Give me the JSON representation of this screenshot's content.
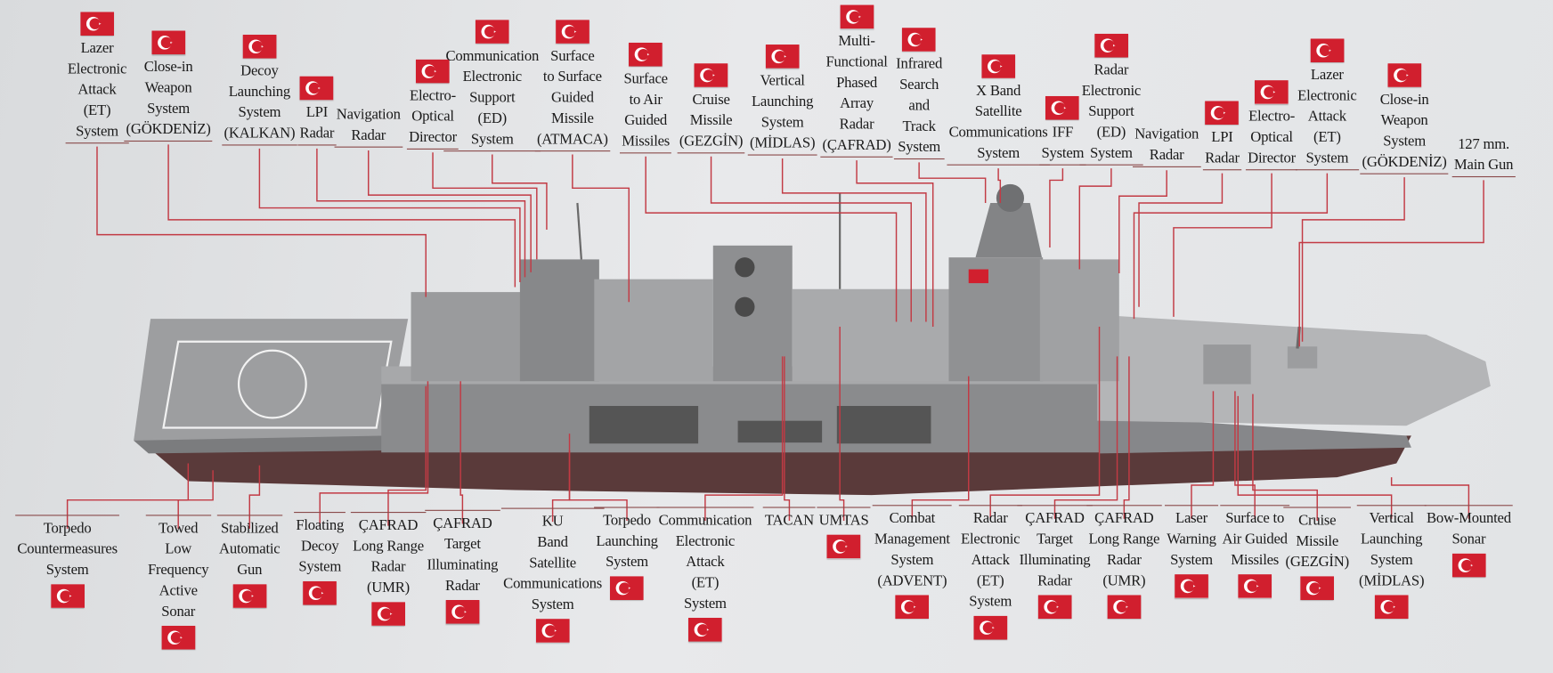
{
  "colors": {
    "flag_red": "#d11f2e",
    "leader_line": "#c23a44",
    "hull_gray": "#8d8e90",
    "background": "#e2e4e6"
  },
  "top_labels": [
    {
      "lines": [
        "Lazer",
        "Electronic",
        "Attack",
        "(ET)",
        "System"
      ],
      "flag": true
    },
    {
      "lines": [
        "Close-in",
        "Weapon",
        "System",
        "(GÖKDENİZ)"
      ],
      "flag": true
    },
    {
      "lines": [
        "Decoy",
        "Launching",
        "System",
        "(KALKAN)"
      ],
      "flag": true
    },
    {
      "lines": [
        "LPI",
        "Radar"
      ],
      "flag": true
    },
    {
      "lines": [
        "Navigation",
        "Radar"
      ],
      "flag": false
    },
    {
      "lines": [
        "Electro-",
        "Optical",
        "Director"
      ],
      "flag": true
    },
    {
      "lines": [
        "Communication",
        "Electronic",
        "Support",
        "(ED)",
        "System"
      ],
      "flag": true
    },
    {
      "lines": [
        "Surface",
        "to Surface",
        "Guided",
        "Missile",
        "(ATMACA)"
      ],
      "flag": true
    },
    {
      "lines": [
        "Surface",
        "to Air",
        "Guided",
        "Missiles"
      ],
      "flag": true
    },
    {
      "lines": [
        "Cruise",
        "Missile",
        "(GEZGİN)"
      ],
      "flag": true
    },
    {
      "lines": [
        "Vertical",
        "Launching",
        "System",
        "(MİDLAS)"
      ],
      "flag": true
    },
    {
      "lines": [
        "Multi-",
        "Functional",
        "Phased",
        "Array",
        "Radar",
        "(ÇAFRAD)"
      ],
      "flag": true
    },
    {
      "lines": [
        "Infrared",
        "Search",
        "and",
        "Track",
        "System"
      ],
      "flag": true
    },
    {
      "lines": [
        "X Band",
        "Satellite",
        "Communications",
        "System"
      ],
      "flag": true
    },
    {
      "lines": [
        "IFF",
        "System"
      ],
      "flag": true
    },
    {
      "lines": [
        "Radar",
        "Electronic",
        "Support",
        "(ED)",
        "System"
      ],
      "flag": true
    },
    {
      "lines": [
        "Navigation",
        "Radar"
      ],
      "flag": false
    },
    {
      "lines": [
        "LPI",
        "Radar"
      ],
      "flag": true
    },
    {
      "lines": [
        "Electro-",
        "Optical",
        "Director"
      ],
      "flag": true
    },
    {
      "lines": [
        "Lazer",
        "Electronic",
        "Attack",
        "(ET)",
        "System"
      ],
      "flag": true
    },
    {
      "lines": [
        "Close-in",
        "Weapon",
        "System",
        "(GÖKDENİZ)"
      ],
      "flag": true
    },
    {
      "lines": [
        "127 mm.",
        "Main Gun"
      ],
      "flag": false
    }
  ],
  "bottom_labels": [
    {
      "lines": [
        "Torpedo",
        "Countermeasures",
        "System"
      ],
      "flag": true
    },
    {
      "lines": [
        "Towed",
        "Low",
        "Frequency",
        "Active",
        "Sonar"
      ],
      "flag": true
    },
    {
      "lines": [
        "Stabilized",
        "Automatic",
        "Gun"
      ],
      "flag": true
    },
    {
      "lines": [
        "Floating",
        "Decoy",
        "System"
      ],
      "flag": true
    },
    {
      "lines": [
        "ÇAFRAD",
        "Long Range",
        "Radar",
        "(UMR)"
      ],
      "flag": true
    },
    {
      "lines": [
        "ÇAFRAD",
        "Target",
        "Illuminating",
        "Radar"
      ],
      "flag": true
    },
    {
      "lines": [
        "KU",
        "Band",
        "Satellite",
        "Communications",
        "System"
      ],
      "flag": true
    },
    {
      "lines": [
        "Torpedo",
        "Launching",
        "System"
      ],
      "flag": true
    },
    {
      "lines": [
        "Communication",
        "Electronic",
        "Attack",
        "(ET)",
        "System"
      ],
      "flag": true
    },
    {
      "lines": [
        "TACAN"
      ],
      "flag": false
    },
    {
      "lines": [
        "UMTAS"
      ],
      "flag": true
    },
    {
      "lines": [
        "Combat",
        "Management",
        "System",
        "(ADVENT)"
      ],
      "flag": true
    },
    {
      "lines": [
        "Radar",
        "Electronic",
        "Attack",
        "(ET)",
        "System"
      ],
      "flag": true
    },
    {
      "lines": [
        "ÇAFRAD",
        "Target",
        "Illuminating",
        "Radar"
      ],
      "flag": true
    },
    {
      "lines": [
        "ÇAFRAD",
        "Long Range",
        "Radar",
        "(UMR)"
      ],
      "flag": true
    },
    {
      "lines": [
        "Laser",
        "Warning",
        "System"
      ],
      "flag": true
    },
    {
      "lines": [
        "Surface to",
        "Air Guided",
        "Missiles"
      ],
      "flag": true
    },
    {
      "lines": [
        "Cruise",
        "Missile",
        "(GEZGİN)"
      ],
      "flag": true
    },
    {
      "lines": [
        "Vertical",
        "Launching",
        "System",
        "(MİDLAS)"
      ],
      "flag": true
    },
    {
      "lines": [
        "Bow-Mounted",
        "Sonar"
      ],
      "flag": true
    }
  ]
}
